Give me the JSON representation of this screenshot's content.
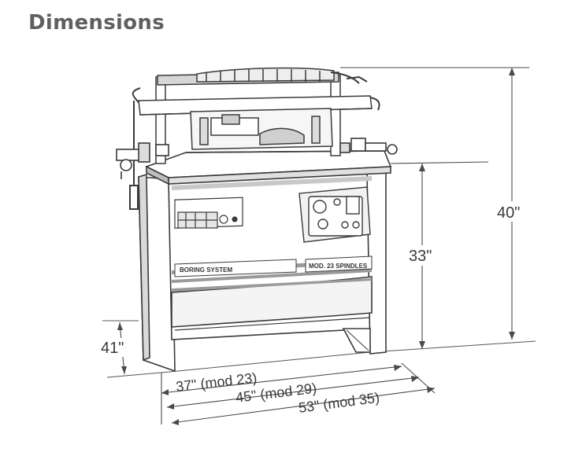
{
  "title": "Dimensions",
  "dimensions": {
    "height_overall": "40\"",
    "height_table": "33\"",
    "depth": "41\"",
    "width_mod23": "37\" (mod 23)",
    "width_mod29": "45\" (mod 29)",
    "width_mod35": "53\" (mod 35)"
  },
  "machine": {
    "nameplate_left": "BORING SYSTEM",
    "nameplate_right": "MOD. 23 SPINDLES"
  },
  "colors": {
    "title": "#5f5f5f",
    "line": "#3a3a3a",
    "shade": "#9a9a9a"
  }
}
